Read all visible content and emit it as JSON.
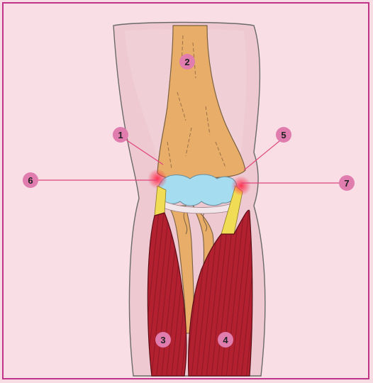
{
  "colors": {
    "background": "#f9dfe5",
    "border": "#c2338a",
    "skin": "#ecc7cf",
    "bone": "#e9b06c",
    "cartilage": "#a6dcef",
    "muscle": "#b3202f",
    "tendon": "#f1dd55",
    "leader_line": "#e0457d",
    "badge": "#e07cae"
  },
  "labels": [
    {
      "id": "1",
      "text": "1"
    },
    {
      "id": "2",
      "text": "2"
    },
    {
      "id": "3",
      "text": "3"
    },
    {
      "id": "4",
      "text": "4"
    },
    {
      "id": "5",
      "text": "5"
    },
    {
      "id": "6",
      "text": "6"
    },
    {
      "id": "7",
      "text": "7"
    }
  ]
}
